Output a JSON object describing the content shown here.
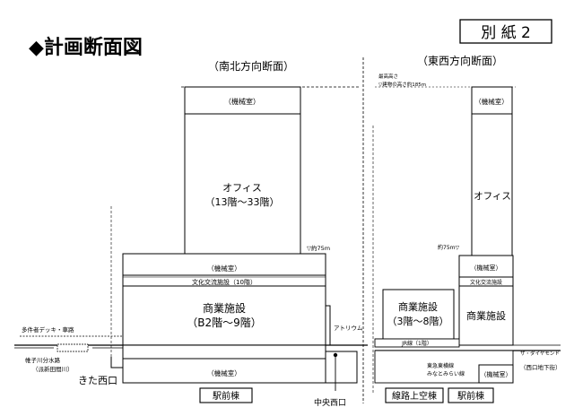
{
  "attachment": "別 紙 2",
  "title": "◆計画断面図",
  "ns": {
    "heading": "（南北方向断面）",
    "machine_top": "（機械室）",
    "office": "オフィス",
    "office_floors": "（13階～33階）",
    "level_mark": "▽約75m",
    "machine_mid": "（機械室）",
    "culture": "文化交流施設（10階）",
    "commercial": "商業施設",
    "commercial_floors": "（B2階～9階）",
    "atrium": "アトリウム",
    "deck": "多件者デッキ・車路",
    "river": "帷子川分水路",
    "river_sub": "（派新田間川）",
    "kita_nishiguchi": "きた西口",
    "machine_under": "（機械室）",
    "chuo_nishiguchi": "中央西口",
    "station_building": "駅前棟"
  },
  "ew": {
    "heading": "（東西方向断面）",
    "note1": "最高高さ",
    "note2": "▽建物の高さ約185m",
    "machine_top": "（機械室）",
    "office": "オフィス",
    "level_mark": "約75m▽",
    "machine_mid": "（機械室）",
    "culture": "文化交流施設",
    "commercial_left": "商業施設",
    "commercial_left_floors": "（3階～8階）",
    "commercial_right": "商業施設",
    "jr_line": "JR線（1階）",
    "the_diamond": "ザ・ダイヤモンド",
    "nishiguchi_underground": "（西口地下街）",
    "tokyu_line": "東急東横線",
    "minatomirai_line": "みなとみらい線",
    "machine_under": "（機械室）",
    "overpass_building": "線路上空棟",
    "station_building": "駅前棟"
  }
}
